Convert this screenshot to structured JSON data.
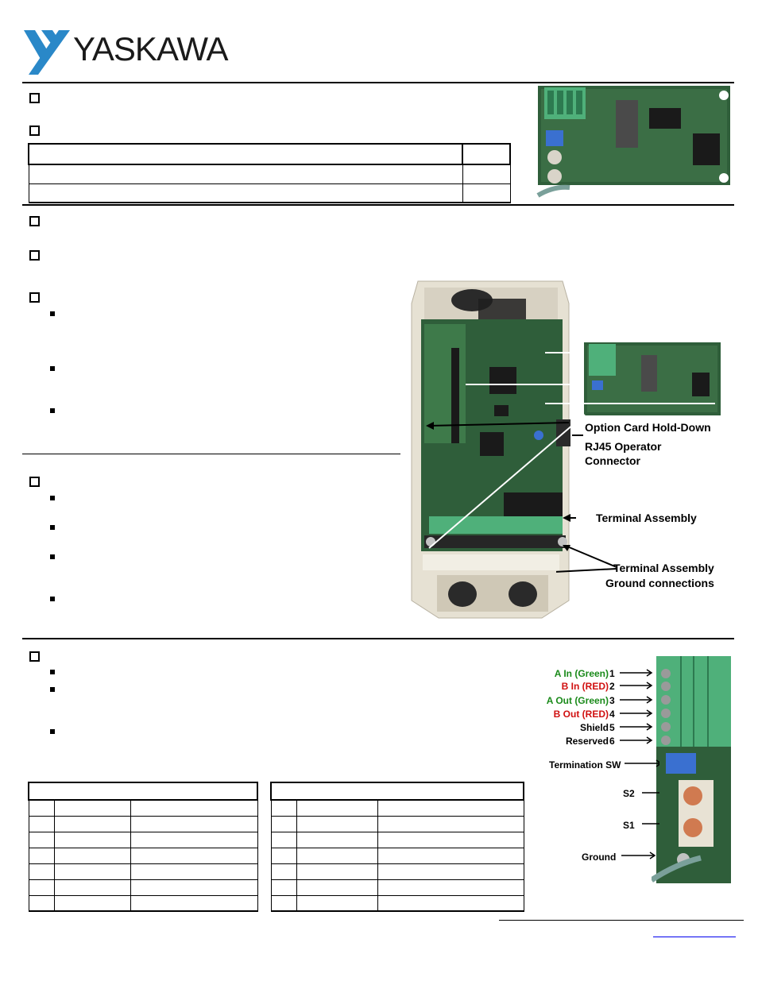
{
  "brand": {
    "name": "YASKAWA",
    "logo_color": "#2a88c8"
  },
  "callouts": {
    "hold_down": "Option Card Hold-Down",
    "rj45_line1": "RJ45 Operator",
    "rj45_line2": "Connector",
    "terminal_assembly": "Terminal Assembly",
    "ground_line1": "Terminal Assembly",
    "ground_line2": "Ground connections"
  },
  "terminals": {
    "rows": [
      {
        "label": "A In (Green)",
        "number": "1",
        "color": "green"
      },
      {
        "label": "B In (RED)",
        "number": "2",
        "color": "red"
      },
      {
        "label": "A Out (Green)",
        "number": "3",
        "color": "green"
      },
      {
        "label": "B Out (RED)",
        "number": "4",
        "color": "red"
      },
      {
        "label": "Shield",
        "number": "5",
        "color": "black"
      },
      {
        "label": "Reserved",
        "number": "6",
        "color": "black"
      }
    ],
    "termination_sw": "Termination SW",
    "s2": "S2",
    "s1": "S1",
    "ground": "Ground"
  },
  "colors": {
    "green": "#1a8a1a",
    "red": "#d01010",
    "pcb": "#2f5e3a",
    "housing": "#e6e1d3",
    "terminal_block": "#4fb07a"
  }
}
